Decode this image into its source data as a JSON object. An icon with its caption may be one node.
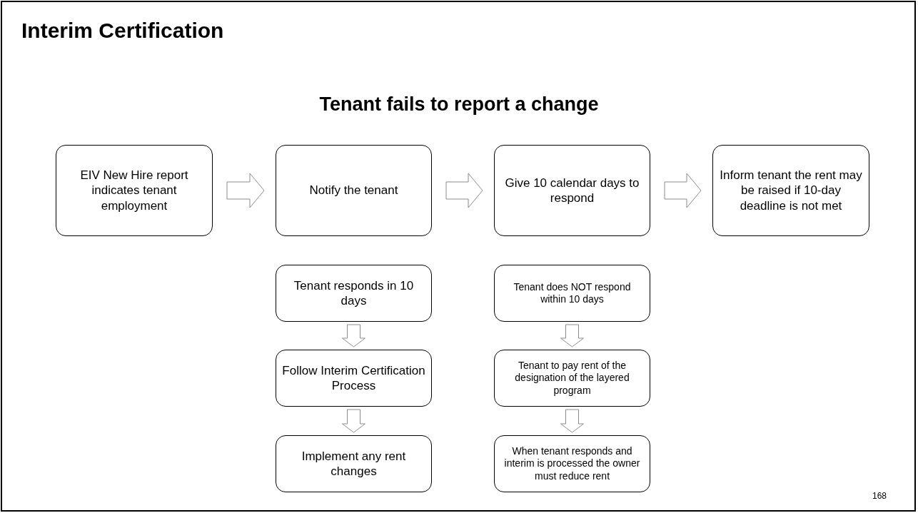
{
  "diagram": {
    "title": "Interim Certification",
    "caption": "Tenant fails to report a change",
    "nodes": [
      {
        "text": [
          "EIV New Hire report indicates tenant employment"
        ]
      },
      {
        "text": [
          "Notify the tenant"
        ]
      },
      {
        "text": [
          "Give 10 calendar days to respond"
        ]
      },
      {
        "text": [
          "Inform tenant the rent may be raised if 10-day deadline is not met"
        ]
      },
      {
        "text": [
          "Tenant responds in 10 days"
        ]
      },
      {
        "text": [
          "Follow Interim Certification Process"
        ]
      },
      {
        "text": [
          "Implement any rent changes"
        ]
      },
      {
        "text": [
          "Tenant does NOT respond within 10 days"
        ]
      },
      {
        "text": [
          "Tenant to pay rent of the designation of the layered program"
        ]
      },
      {
        "text": [
          "When tenant responds and interim is processed the owner must reduce rent"
        ]
      }
    ],
    "edges": [
      {
        "from": 0,
        "to": 1,
        "arrow": "to"
      },
      {
        "from": 1,
        "to": 2,
        "arrow": "to"
      },
      {
        "from": 2,
        "to": 3,
        "arrow": "to"
      },
      {
        "from": 4,
        "to": 5,
        "arrow": "to"
      },
      {
        "from": 5,
        "to": 6,
        "arrow": "to"
      },
      {
        "from": 7,
        "to": 8,
        "arrow": "to"
      },
      {
        "from": 8,
        "to": 9,
        "arrow": "to"
      }
    ],
    "labels": [
      "168"
    ]
  }
}
